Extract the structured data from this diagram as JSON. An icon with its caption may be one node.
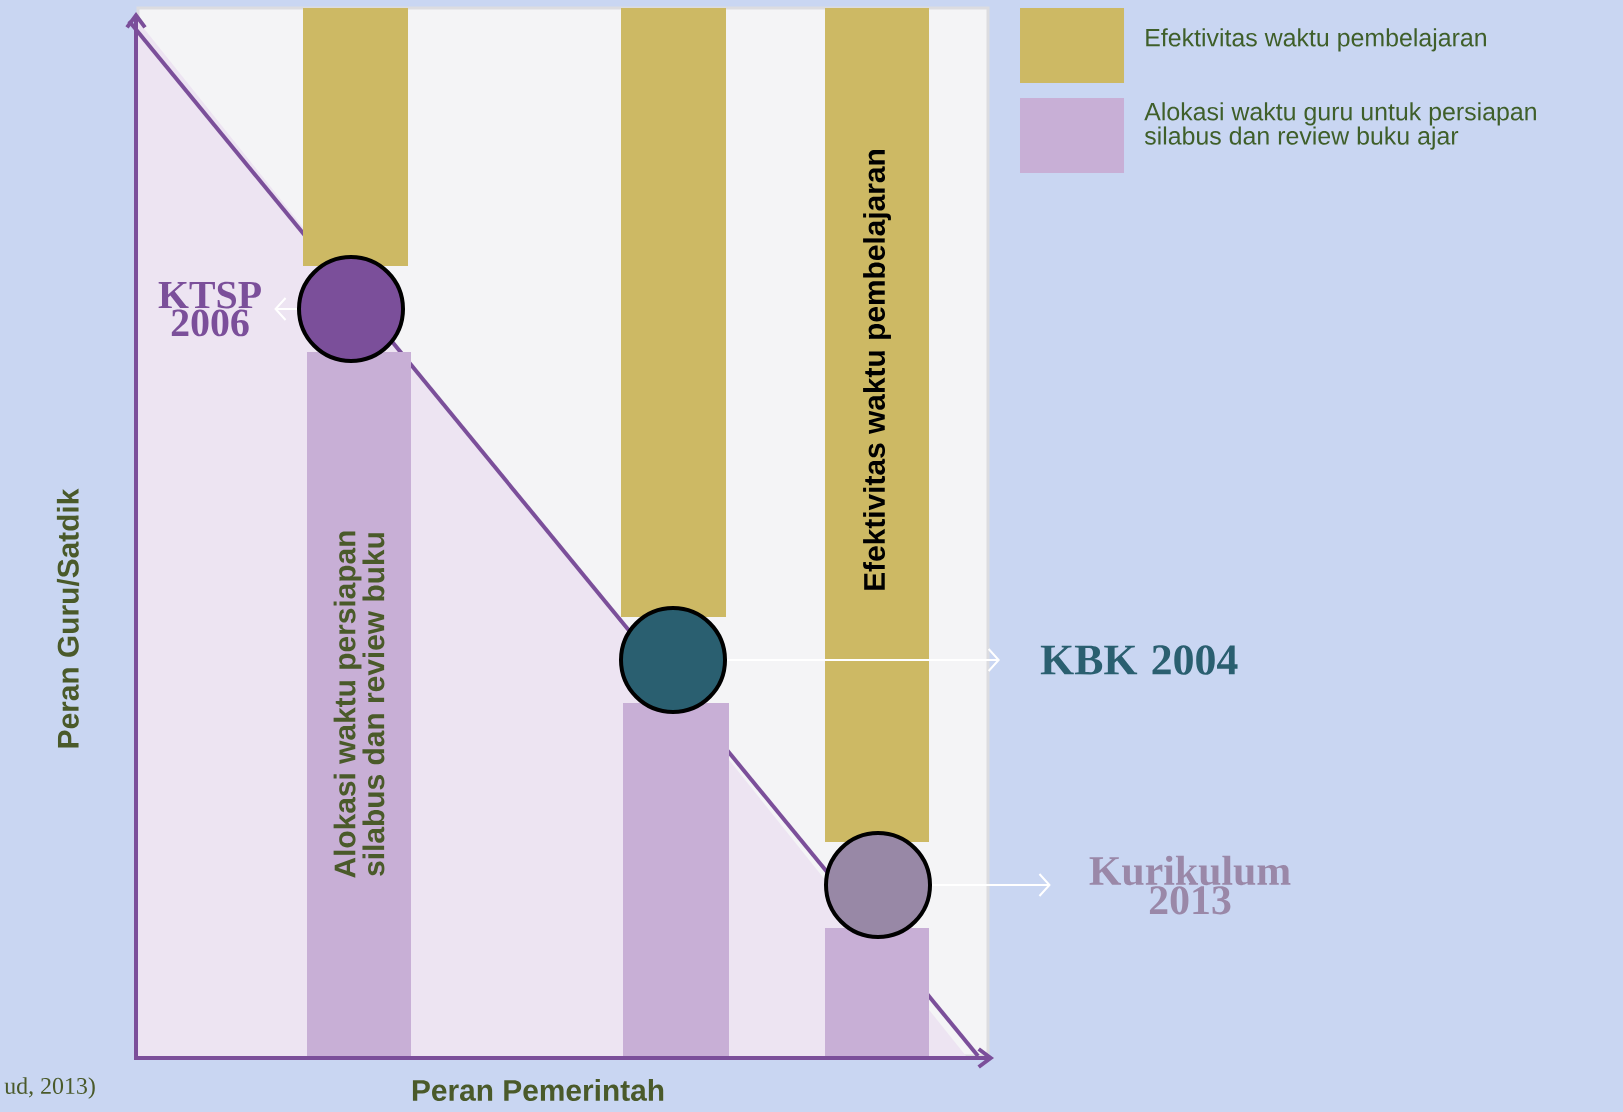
{
  "diagram": {
    "nodes": [
      {
        "text": [],
        "shape": "bar"
      },
      {
        "text": [
          "Alokasi waktu persiapan silabus dan review buku"
        ]
      },
      {
        "text": [],
        "shape": "circle"
      },
      {
        "text": [
          "KTSP 2006"
        ]
      },
      {
        "text": [],
        "shape": "bar"
      },
      {
        "text": [],
        "shape": "bar"
      },
      {
        "text": [],
        "shape": "circle"
      },
      {
        "text": [
          "KBK 2004"
        ]
      },
      {
        "text": [
          "Efektivitas waktu pembelajaran"
        ]
      },
      {
        "text": [],
        "shape": "bar"
      },
      {
        "text": [],
        "shape": "circle"
      },
      {
        "text": [
          "Kurikulum 2013"
        ]
      }
    ],
    "edges": [
      {
        "from": 2,
        "to": 3,
        "arrow": "to"
      },
      {
        "from": 6,
        "to": 7,
        "arrow": "to"
      },
      {
        "from": 10,
        "to": 11,
        "arrow": "to"
      }
    ],
    "labels": [
      "Peran Guru/Satdik",
      "Peran  Pemerintah",
      "ud, 2013)"
    ],
    "legend": [
      {
        "text": "Efektivitas waktu pembelajaran",
        "color": "#cdb964"
      },
      {
        "text": "Alokasi waktu guru untuk persiapan silabus dan review buku ajar",
        "color": "#c8afd6"
      }
    ]
  }
}
